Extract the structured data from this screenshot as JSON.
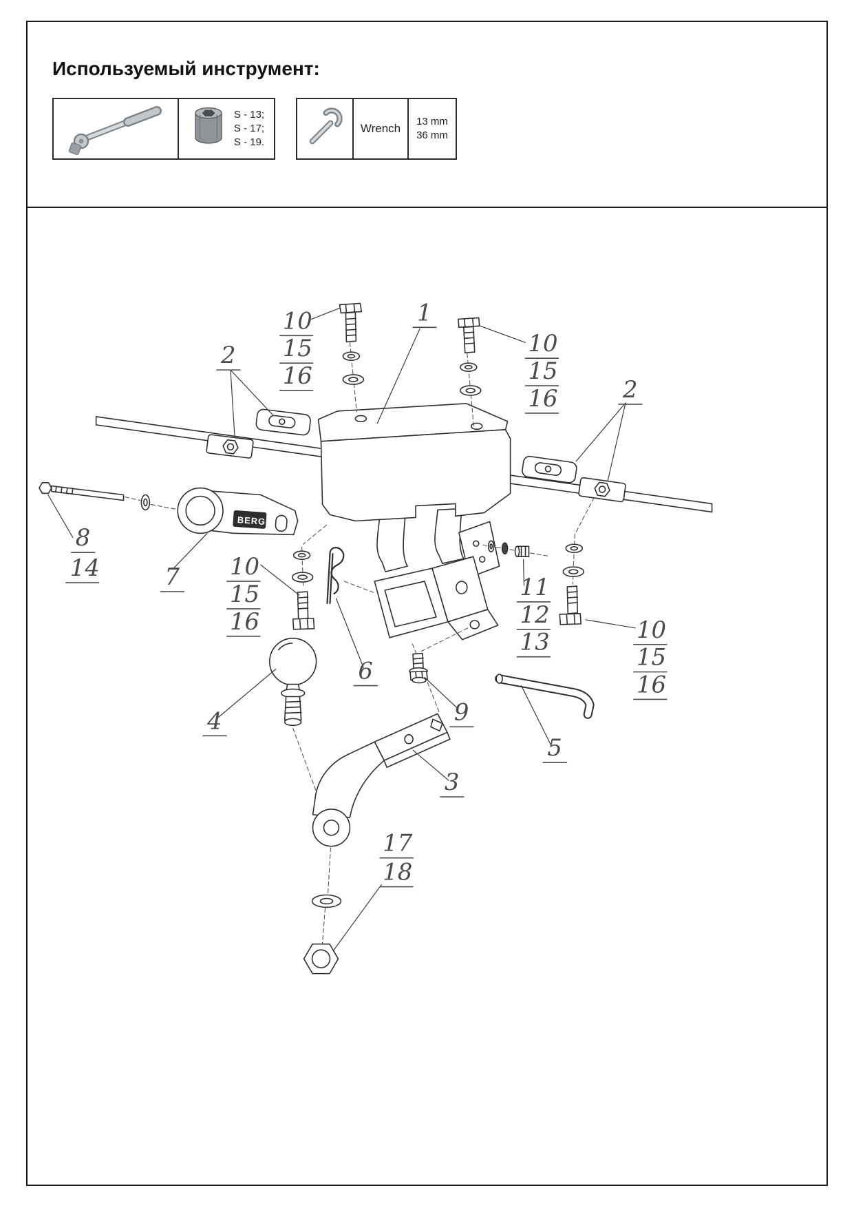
{
  "header": {
    "title": "Используемый инструмент:"
  },
  "tools": {
    "socket_sizes": [
      "S - 13;",
      "S - 17;",
      "S - 19."
    ],
    "wrench": {
      "label": "Wrench",
      "size_1": "13 mm",
      "size_2": "36 mm"
    }
  },
  "diagram": {
    "brand": "BERG",
    "labels": {
      "n1": "1",
      "n2": "2",
      "n3": "3",
      "n4": "4",
      "n5": "5",
      "n6": "6",
      "n7": "7",
      "n8": "8",
      "n9": "9",
      "n10": "10",
      "n11": "11",
      "n12": "12",
      "n13": "13",
      "n14": "14",
      "n15": "15",
      "n16": "16",
      "n17": "17",
      "n18": "18"
    }
  }
}
